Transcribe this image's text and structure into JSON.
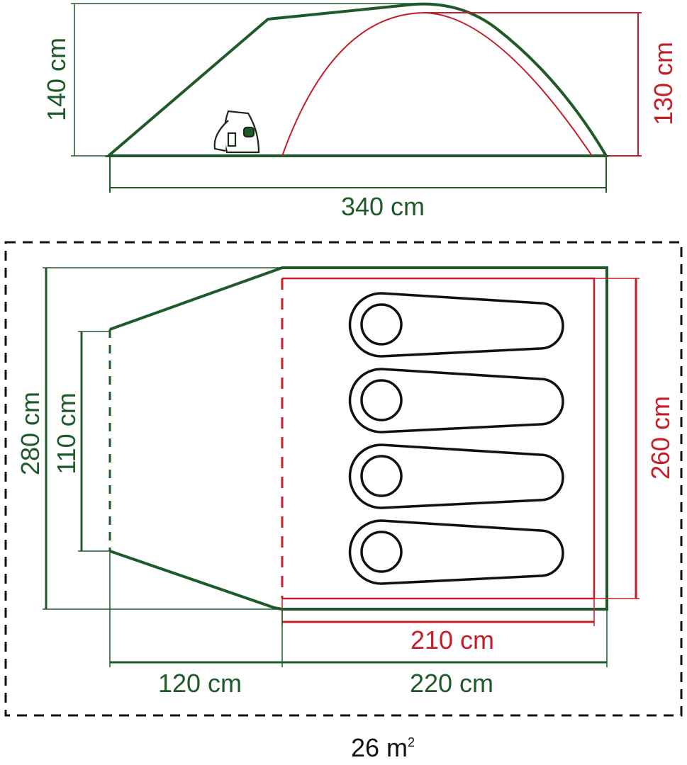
{
  "side_view": {
    "height_outer": "140 cm",
    "height_inner": "130 cm",
    "length": "340 cm",
    "backpack_icon": "backpack-icon"
  },
  "floor_plan": {
    "width_outer": "280 cm",
    "door_width": "110 cm",
    "inner_width": "260 cm",
    "inner_length": "210 cm",
    "porch_length": "120 cm",
    "bedroom_length": "220 cm",
    "footprint_area": "26 m",
    "footprint_area_sup": "2",
    "sleeping_bag_count": 4
  },
  "colors": {
    "outer": "#1f5a2a",
    "inner": "#c41e2a"
  }
}
